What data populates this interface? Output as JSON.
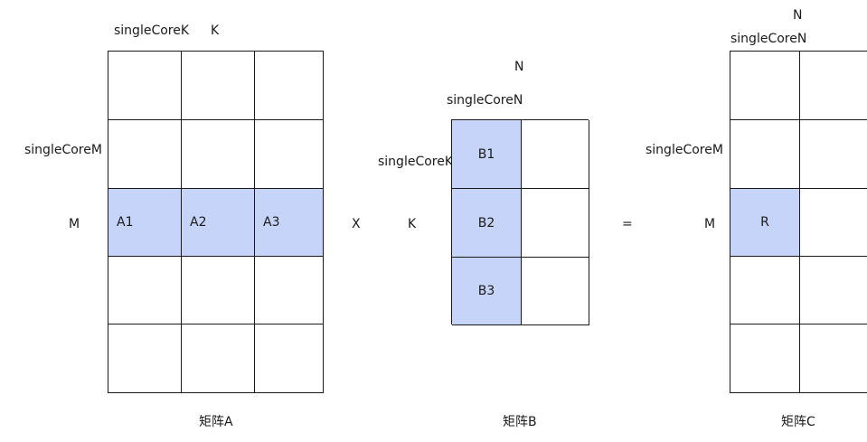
{
  "colors": {
    "highlight": "#c5d4f8",
    "line": "#1a1a1a"
  },
  "matrix_a": {
    "caption": "矩阵A",
    "label_singlecore_k": "singleCoreK",
    "label_k": "K",
    "label_singlecore_m": "singleCoreM",
    "label_m": "M",
    "cells": {
      "a1": "A1",
      "a2": "A2",
      "a3": "A3"
    }
  },
  "operator_multiply": "X",
  "matrix_b": {
    "caption": "矩阵B",
    "label_n": "N",
    "label_singlecore_n": "singleCoreN",
    "label_singlecore_k": "singleCoreK",
    "label_k": "K",
    "cells": {
      "b1": "B1",
      "b2": "B2",
      "b3": "B3"
    }
  },
  "operator_equals": "=",
  "matrix_c": {
    "caption": "矩阵C",
    "label_n": "N",
    "label_singlecore_n": "singleCoreN",
    "label_singlecore_m": "singleCoreM",
    "label_m": "M",
    "cells": {
      "r": "R"
    }
  }
}
